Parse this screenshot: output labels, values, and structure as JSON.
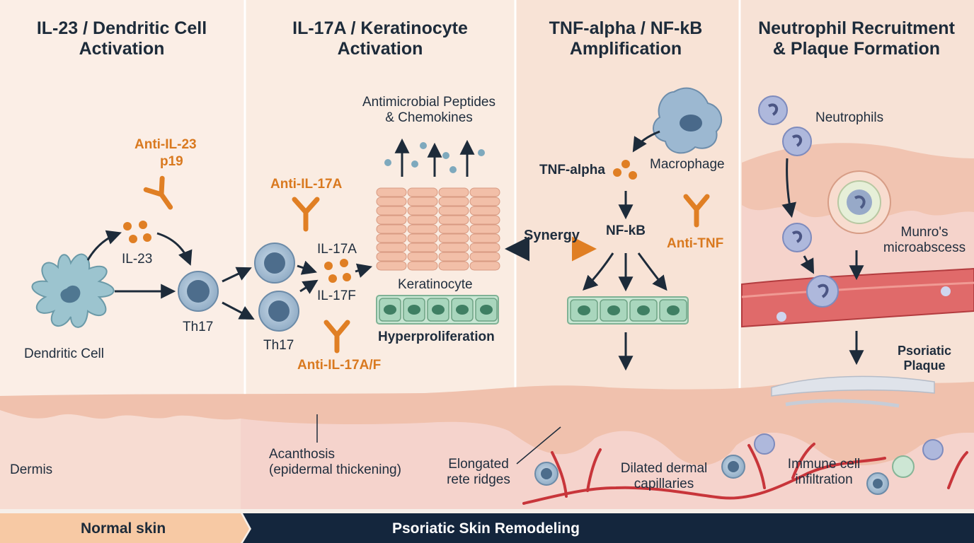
{
  "panels": [
    {
      "title_line1": "IL-23 / Dendritic Cell",
      "title_line2": "Activation"
    },
    {
      "title_line1": "IL-17A / Keratinocyte",
      "title_line2": "Activation"
    },
    {
      "title_line1": "TNF-alpha / NF-kB",
      "title_line2": "Amplification"
    },
    {
      "title_line1": "Neutrophil Recruitment",
      "title_line2": "& Plaque Formation"
    }
  ],
  "panel1": {
    "drug_line1": "Anti-IL-23",
    "drug_line2": "p19",
    "il23": "IL-23",
    "th17": "Th17",
    "dendritic": "Dendritic Cell"
  },
  "panel2": {
    "drug_top": "Anti-IL-17A",
    "drug_bottom": "Anti-IL-17A/F",
    "il17a": "IL-17A",
    "il17f": "IL-17F",
    "th17": "Th17",
    "amp_line1": "Antimicrobial Peptides",
    "amp_line2": "& Chemokines",
    "keratinocyte": "Keratinocyte",
    "hyper": "Hyperproliferation"
  },
  "synergy": "Synergy",
  "panel3": {
    "tnf": "TNF-alpha",
    "macrophage": "Macrophage",
    "nfkb": "NF-kB",
    "drug": "Anti-TNF"
  },
  "panel4": {
    "neutrophils": "Neutrophils",
    "munro_line1": "Munro's",
    "munro_line2": "microabscess",
    "plaque_line1": "Psoriatic",
    "plaque_line2": "Plaque"
  },
  "skin": {
    "dermis": "Dermis",
    "acanthosis_line1": "Acanthosis",
    "acanthosis_line2": "(epidermal thickening)",
    "rete_line1": "Elongated",
    "rete_line2": "rete ridges",
    "capillaries_line1": "Dilated dermal",
    "capillaries_line2": "capillaries",
    "immune_line1": "Immune cell",
    "immune_line2": "infiltration"
  },
  "banner": {
    "normal": "Normal skin",
    "psoriatic": "Psoriatic Skin Remodeling"
  },
  "colors": {
    "drug": "#d9791f",
    "title": "#1d2b3a",
    "banner_dark": "#14263d",
    "banner_light": "#f7c9a4",
    "keratinocyte": "#f2bfa8",
    "basal_cell": "#a9d6bd",
    "vessel": "#c8353a"
  }
}
